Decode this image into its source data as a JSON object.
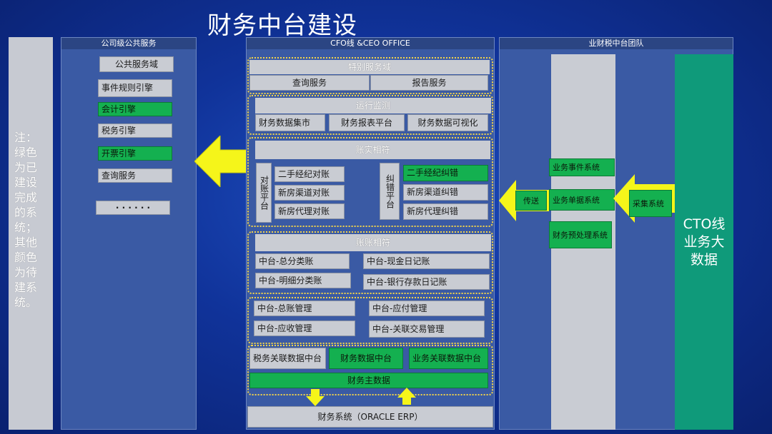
{
  "title": "财务中台建设",
  "note": "注：绿色为已建设完成的系统；其他颜色为待建系统。",
  "left_panel": {
    "header": "公司级公共服务",
    "items": [
      "公共服务域",
      "事件规则引擎",
      "会计引擎",
      "税务引擎",
      "开票引擎",
      "查询服务",
      "· · · · · ·"
    ]
  },
  "center_panel": {
    "header": "CFO线 &CEO OFFICE",
    "special": {
      "title": "特别服务域",
      "items": [
        "查询服务",
        "报告服务"
      ]
    },
    "monitor": {
      "title": "运行监测",
      "items": [
        "财务数据集市",
        "财务报表平台",
        "财务数据可视化"
      ]
    },
    "reconcile": {
      "title": "账实相符",
      "left_label": "对账平台",
      "left_items": [
        "二手经纪对账",
        "新房渠道对账",
        "新房代理对账"
      ],
      "right_label": "纠错平台",
      "right_items": [
        "二手经纪纠错",
        "新房渠道纠错",
        "新房代理纠错"
      ]
    },
    "ledger": {
      "title": "账账相符",
      "items": [
        "中台-总分类账",
        "中台-现金日记账",
        "中台-明细分类账",
        "中台-银行存款日记账"
      ]
    },
    "mgmt": {
      "items": [
        "中台-总账管理",
        "中台-应付管理",
        "中台-应收管理",
        "中台-关联交易管理"
      ]
    },
    "data": {
      "items": [
        "税务关联数据中台",
        "财务数据中台",
        "业务关联数据中台"
      ],
      "master": "财务主数据"
    },
    "erp": "财务系统（ORACLE ERP）"
  },
  "right_panel": {
    "header": "业财税中台团队",
    "transfer": "传送",
    "collect": "采集系统",
    "systems": [
      "业务事件系统",
      "业务单据系统",
      "财务预处理系统"
    ],
    "cto": "CTO线业务大数据"
  },
  "colors": {
    "completed": "#14b050",
    "pending": "#c9ccd3",
    "arrow": "#f5f51a",
    "dotted_border": "#f3d34a"
  }
}
